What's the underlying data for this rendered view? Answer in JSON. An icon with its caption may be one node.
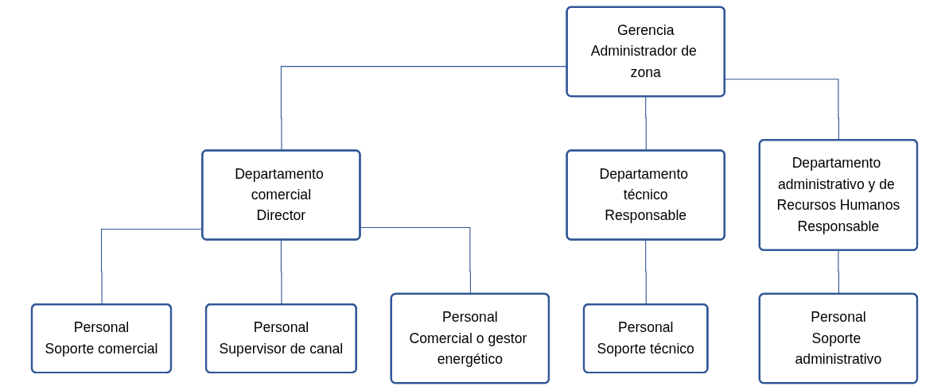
{
  "diagram": {
    "nodes": [
      {
        "text": [
          "Gerencia",
          "Administrador de zona"
        ]
      },
      {
        "text": [
          "Departamento comercial",
          "Director"
        ]
      },
      {
        "text": [
          "Departamento técnico",
          "Responsable"
        ]
      },
      {
        "text": [
          "Departamento administrativo y de Recursos Humanos",
          "Responsable"
        ]
      },
      {
        "text": [
          "Personal",
          "Soporte comercial"
        ]
      },
      {
        "text": [
          "Personal",
          "Supervisor de canal"
        ]
      },
      {
        "text": [
          "Personal",
          "Comercial o gestor energético"
        ]
      },
      {
        "text": [
          "Personal",
          "Soporte técnico"
        ]
      },
      {
        "text": [
          "Personal",
          "Soporte administrativo"
        ]
      }
    ],
    "edges": [
      {
        "from": 0,
        "to": 1,
        "arrow": "none"
      },
      {
        "from": 0,
        "to": 2,
        "arrow": "none"
      },
      {
        "from": 0,
        "to": 3,
        "arrow": "none"
      },
      {
        "from": 1,
        "to": 4,
        "arrow": "none"
      },
      {
        "from": 1,
        "to": 5,
        "arrow": "none"
      },
      {
        "from": 1,
        "to": 6,
        "arrow": "none"
      },
      {
        "from": 2,
        "to": 7,
        "arrow": "none"
      },
      {
        "from": 3,
        "to": 8,
        "arrow": "none"
      }
    ]
  }
}
